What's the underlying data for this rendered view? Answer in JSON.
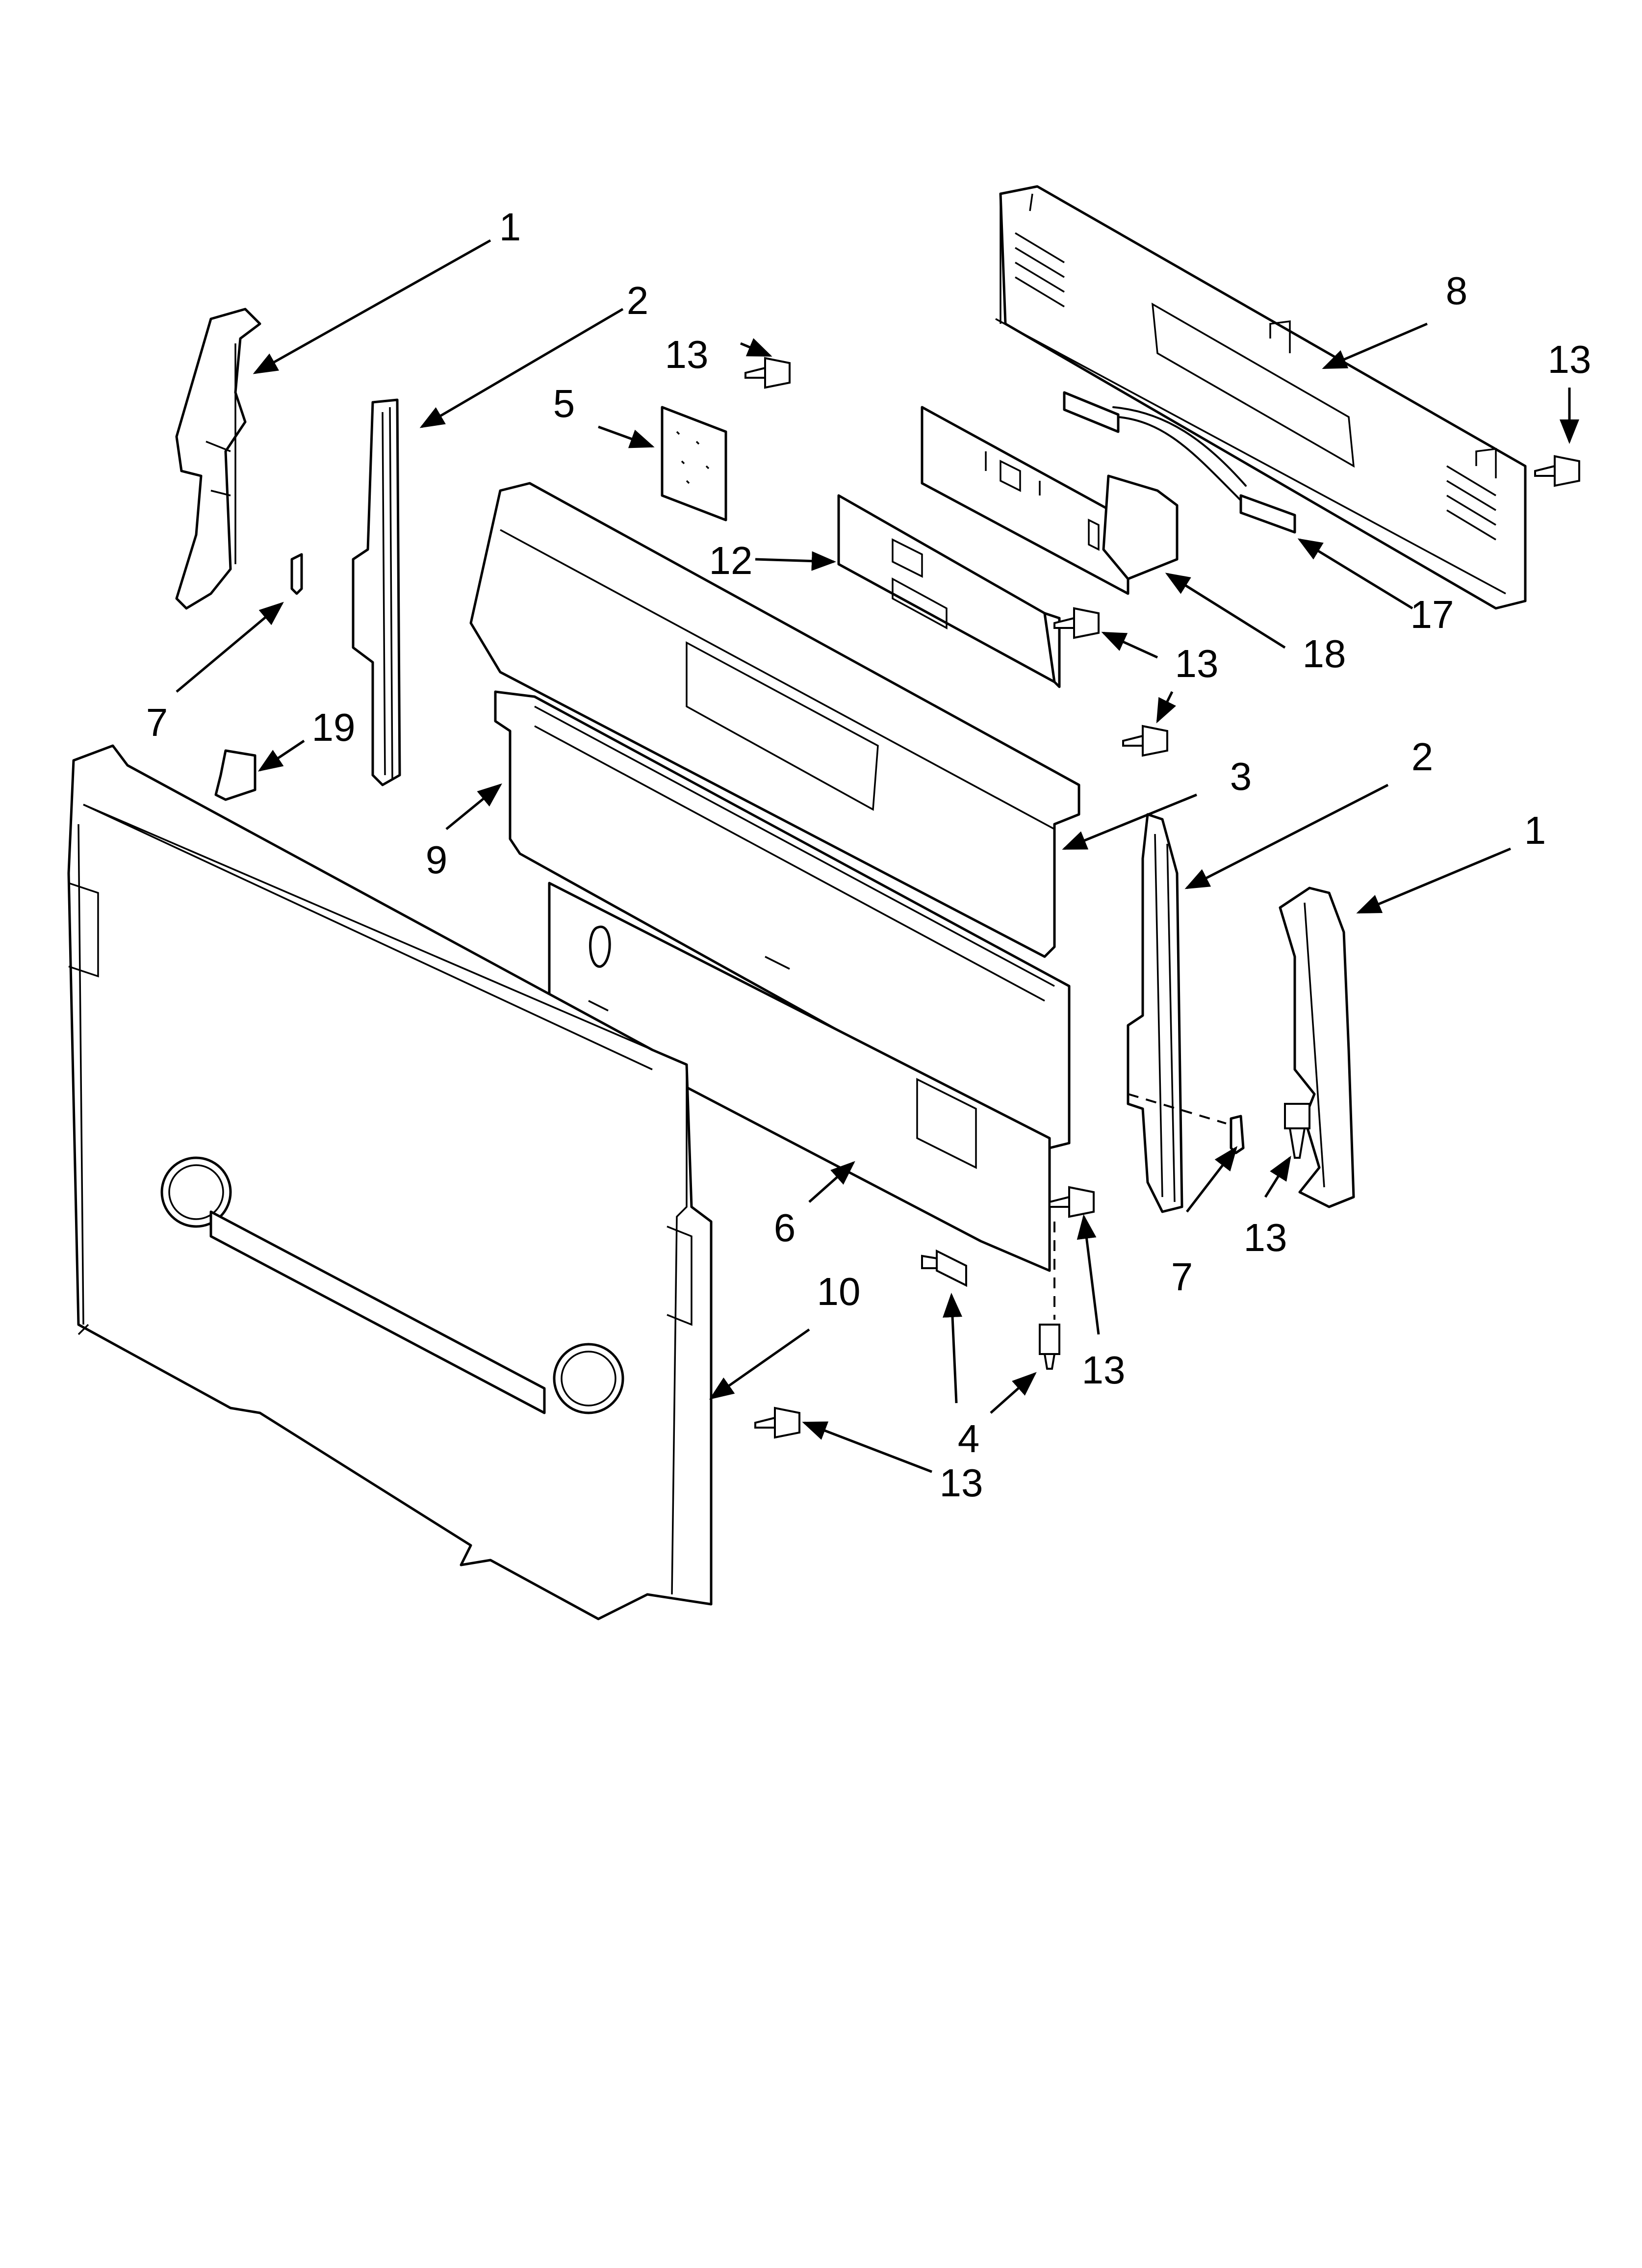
{
  "callouts": {
    "c1_left": "1",
    "c2_left": "2",
    "c13_a": "13",
    "c5": "5",
    "c13_b": "13",
    "c8": "8",
    "c12": "12",
    "c17": "17",
    "c18": "18",
    "c13_c": "13",
    "c7_left": "7",
    "c19": "19",
    "c3": "3",
    "c2_right": "2",
    "c1_right": "1",
    "c9": "9",
    "c6": "6",
    "c7_right": "7",
    "c13_d": "13",
    "c10": "10",
    "c13_e": "13",
    "c4": "4",
    "c13_f": "13"
  },
  "colors": {
    "line": "#000000",
    "background": "#ffffff"
  }
}
